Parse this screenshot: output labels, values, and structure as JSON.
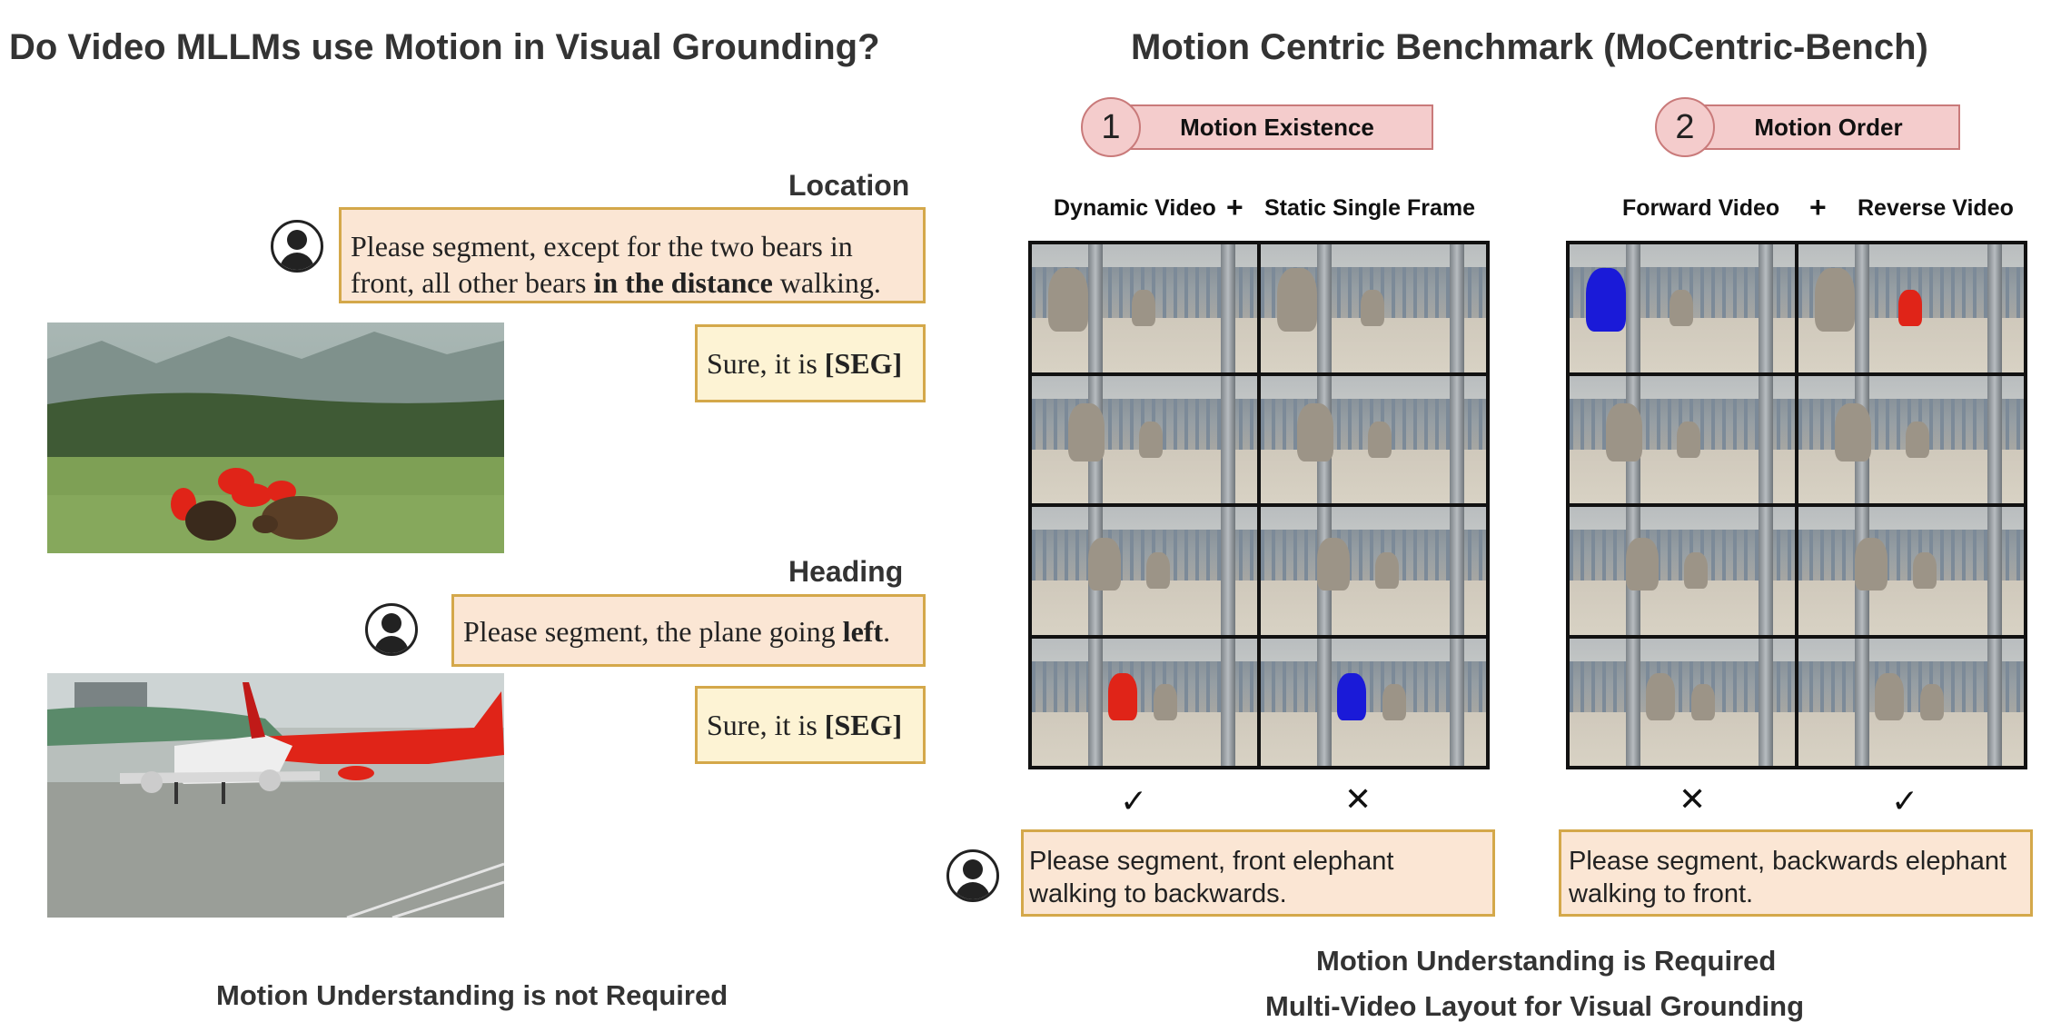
{
  "left": {
    "title": "Do Video MLLMs use Motion in Visual Grounding?",
    "example1": {
      "label": "Location",
      "question_part1": "Please segment, except for the two bears in front, all other bears ",
      "question_bold": "in the distance",
      "question_part2": " walking.",
      "answer_prefix": "Sure, it is ",
      "answer_token": "[SEG]"
    },
    "example2": {
      "label": "Heading",
      "question_part1": "Please segment, the plane going ",
      "question_bold": "left",
      "question_part2": ".",
      "answer_prefix": "Sure, it is ",
      "answer_token": "[SEG]"
    },
    "footer": "Motion Understanding is not Required"
  },
  "right": {
    "title": "Motion Centric Benchmark (MoCentric-Bench)",
    "step1": {
      "number": "1",
      "label": "Motion Existence"
    },
    "step2": {
      "number": "2",
      "label": "Motion Order"
    },
    "group1": {
      "col_a": "Dynamic Video",
      "plus": "+",
      "col_b": "Static Single  Frame",
      "mark_a": "✓",
      "mark_b": "✕",
      "question": "Please segment, front elephant walking to backwards."
    },
    "group2": {
      "col_a": "Forward Video",
      "plus": "+",
      "col_b": "Reverse Video",
      "mark_a": "✕",
      "mark_b": "✓",
      "question": "Please segment, backwards elephant walking to front."
    },
    "footer_line1": "Motion Understanding is Required",
    "footer_line2": "Multi-Video Layout for Visual Grounding"
  },
  "colors": {
    "question_bg": "#fbe6d4",
    "answer_bg": "#fdf3d4",
    "bubble_border": "#d4a84a",
    "step_fill": "#f4cccc",
    "mask_red": "#e02418",
    "mask_blue": "#1a1ad8"
  },
  "icons": [
    "user-icon",
    "check-icon",
    "cross-icon"
  ]
}
